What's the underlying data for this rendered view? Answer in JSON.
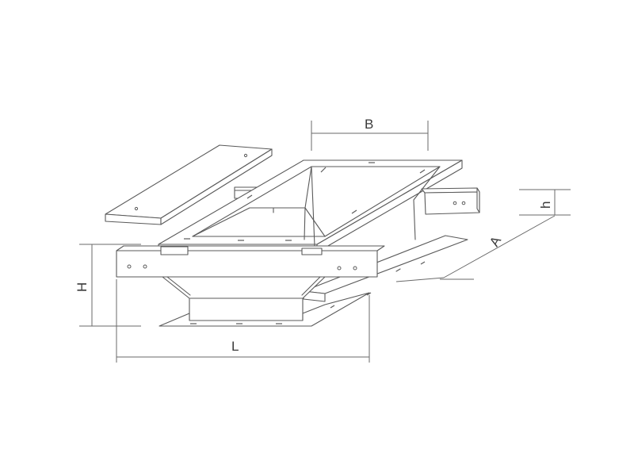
{
  "diagram": {
    "labels": {
      "B": "B",
      "h": "h",
      "A": "A",
      "H": "H",
      "L": "L"
    }
  }
}
